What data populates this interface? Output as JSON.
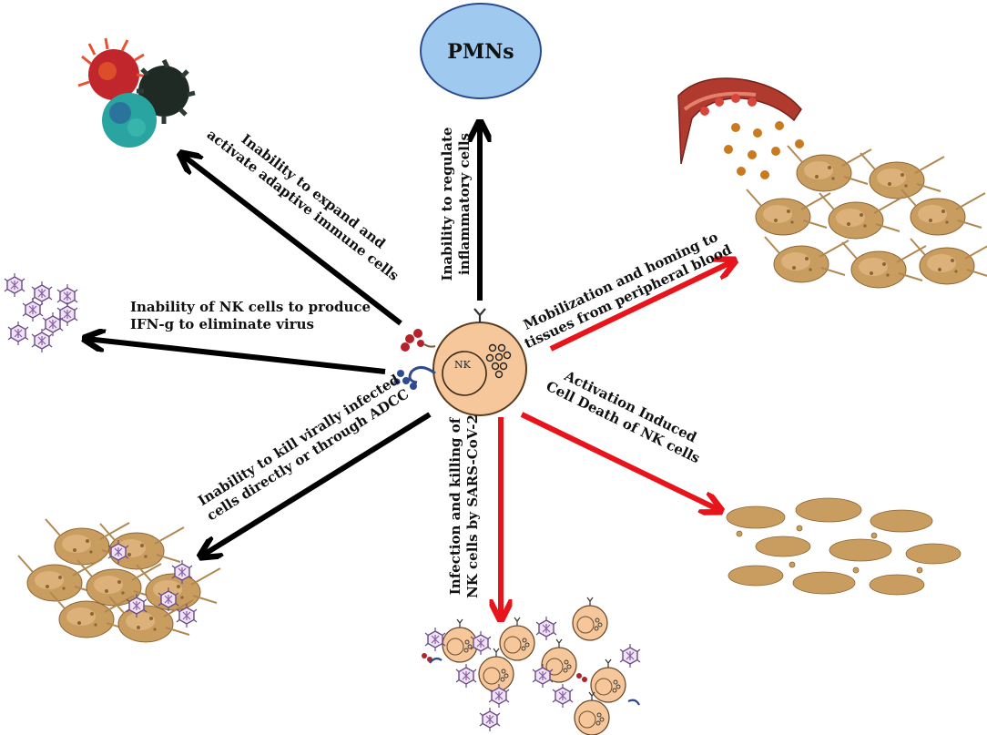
{
  "center": {
    "cell_label": "NK"
  },
  "pmns": {
    "label": "PMNs"
  },
  "arrows": {
    "regulate_inflammatory": {
      "line1": "Inability to regulate",
      "line2": "inflammatory cells",
      "color": "#000000"
    },
    "expand_adaptive": {
      "line1": "Inability to expand and",
      "line2": "activate adaptive immune cells",
      "color": "#000000"
    },
    "ifn_g": {
      "line1": "Inability of NK cells  to produce",
      "line2": "IFN-g to eliminate virus",
      "color": "#000000"
    },
    "kill_infected": {
      "line1": "Inability to kill virally infected",
      "line2": "cells directly or through ADCC",
      "color": "#000000"
    },
    "infection_killing": {
      "line1": "Infection and killing of",
      "line2": "NK cells by  SARS-CoV-2",
      "color": "#e8141b"
    },
    "mobilization": {
      "line1": "Mobilization and homing to",
      "line2": "tissues from peripheral blood",
      "color": "#e8141b"
    },
    "activation_death": {
      "line1": "Activation Induced",
      "line2": "Cell Death of NK cells",
      "color": "#e8141b"
    }
  },
  "colors": {
    "black_arrow": "#000000",
    "red_arrow": "#e8141b",
    "nk_fill": "#f6c79a",
    "pmn_fill": "#9fc9ef",
    "virus": "#8a5ea5",
    "tissue": "#c99c5f"
  }
}
